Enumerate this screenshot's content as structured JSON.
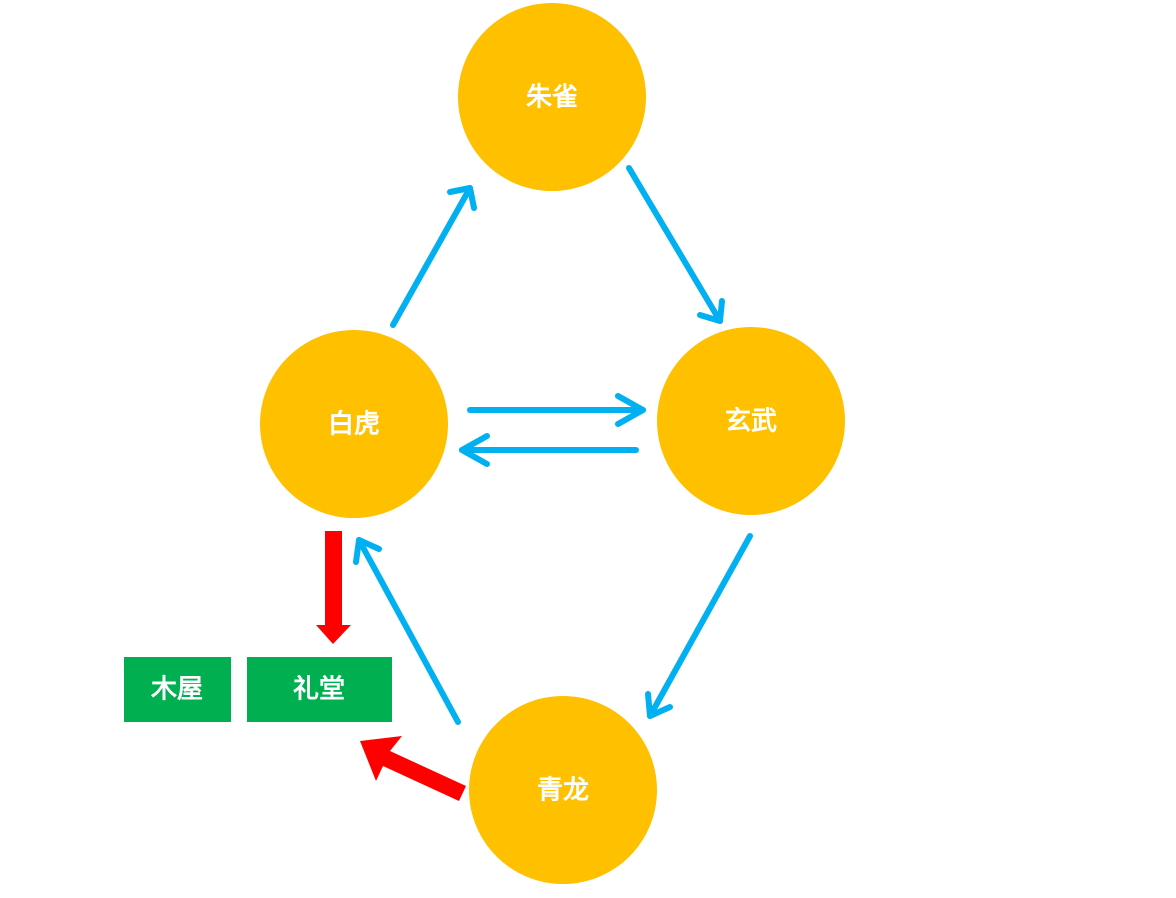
{
  "colors": {
    "node_fill": "#FFC000",
    "box_fill": "#00B050",
    "blue_arrow": "#00B0F0",
    "red_arrow": "#FF0000",
    "text": "#FFFFFF"
  },
  "nodes": {
    "zhuque": {
      "label": "朱雀"
    },
    "baihu": {
      "label": "白虎"
    },
    "xuanwu": {
      "label": "玄武"
    },
    "qinglong": {
      "label": "青龙"
    }
  },
  "boxes": {
    "muwu": {
      "label": "木屋"
    },
    "litang": {
      "label": "礼堂"
    }
  },
  "edges": [
    {
      "from": "白虎",
      "to": "朱雀",
      "color": "blue"
    },
    {
      "from": "朱雀",
      "to": "玄武",
      "color": "blue"
    },
    {
      "from": "白虎",
      "to": "玄武",
      "color": "blue"
    },
    {
      "from": "玄武",
      "to": "白虎",
      "color": "blue"
    },
    {
      "from": "玄武",
      "to": "青龙",
      "color": "blue"
    },
    {
      "from": "青龙",
      "to": "白虎",
      "color": "blue"
    },
    {
      "from": "白虎",
      "to": "礼堂",
      "color": "red"
    },
    {
      "from": "青龙",
      "to": "礼堂",
      "color": "red"
    }
  ]
}
